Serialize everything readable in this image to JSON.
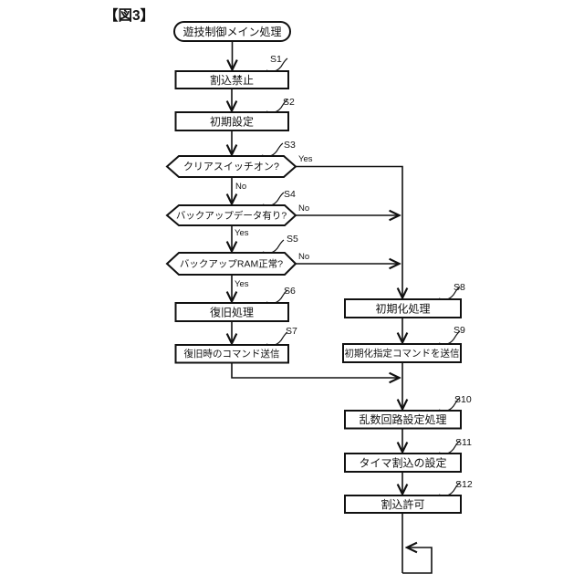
{
  "figure_label": "【図3】",
  "flowchart": {
    "start": {
      "label": "遊技制御メイン処理"
    },
    "steps": {
      "s1": {
        "id": "S1",
        "label": "割込禁止"
      },
      "s2": {
        "id": "S2",
        "label": "初期設定"
      },
      "s3": {
        "id": "S3",
        "label": "クリアスイッチオン?"
      },
      "s4": {
        "id": "S4",
        "label": "バックアップデータ有り?"
      },
      "s5": {
        "id": "S5",
        "label": "バックアップRAM正常?"
      },
      "s6": {
        "id": "S6",
        "label": "復旧処理"
      },
      "s7": {
        "id": "S7",
        "label": "復旧時のコマンド送信"
      },
      "s8": {
        "id": "S8",
        "label": "初期化処理"
      },
      "s9": {
        "id": "S9",
        "label": "初期化指定コマンドを送信"
      },
      "s10": {
        "id": "S10",
        "label": "乱数回路設定処理"
      },
      "s11": {
        "id": "S11",
        "label": "タイマ割込の設定"
      },
      "s12": {
        "id": "S12",
        "label": "割込許可"
      }
    },
    "branch_labels": {
      "s3_yes": "Yes",
      "s3_no": "No",
      "s4_yes": "Yes",
      "s4_no": "No",
      "s5_yes": "Yes",
      "s5_no": "No"
    }
  },
  "colors": {
    "line": "#111111",
    "background": "#ffffff",
    "box_fill": "#ffffff"
  }
}
